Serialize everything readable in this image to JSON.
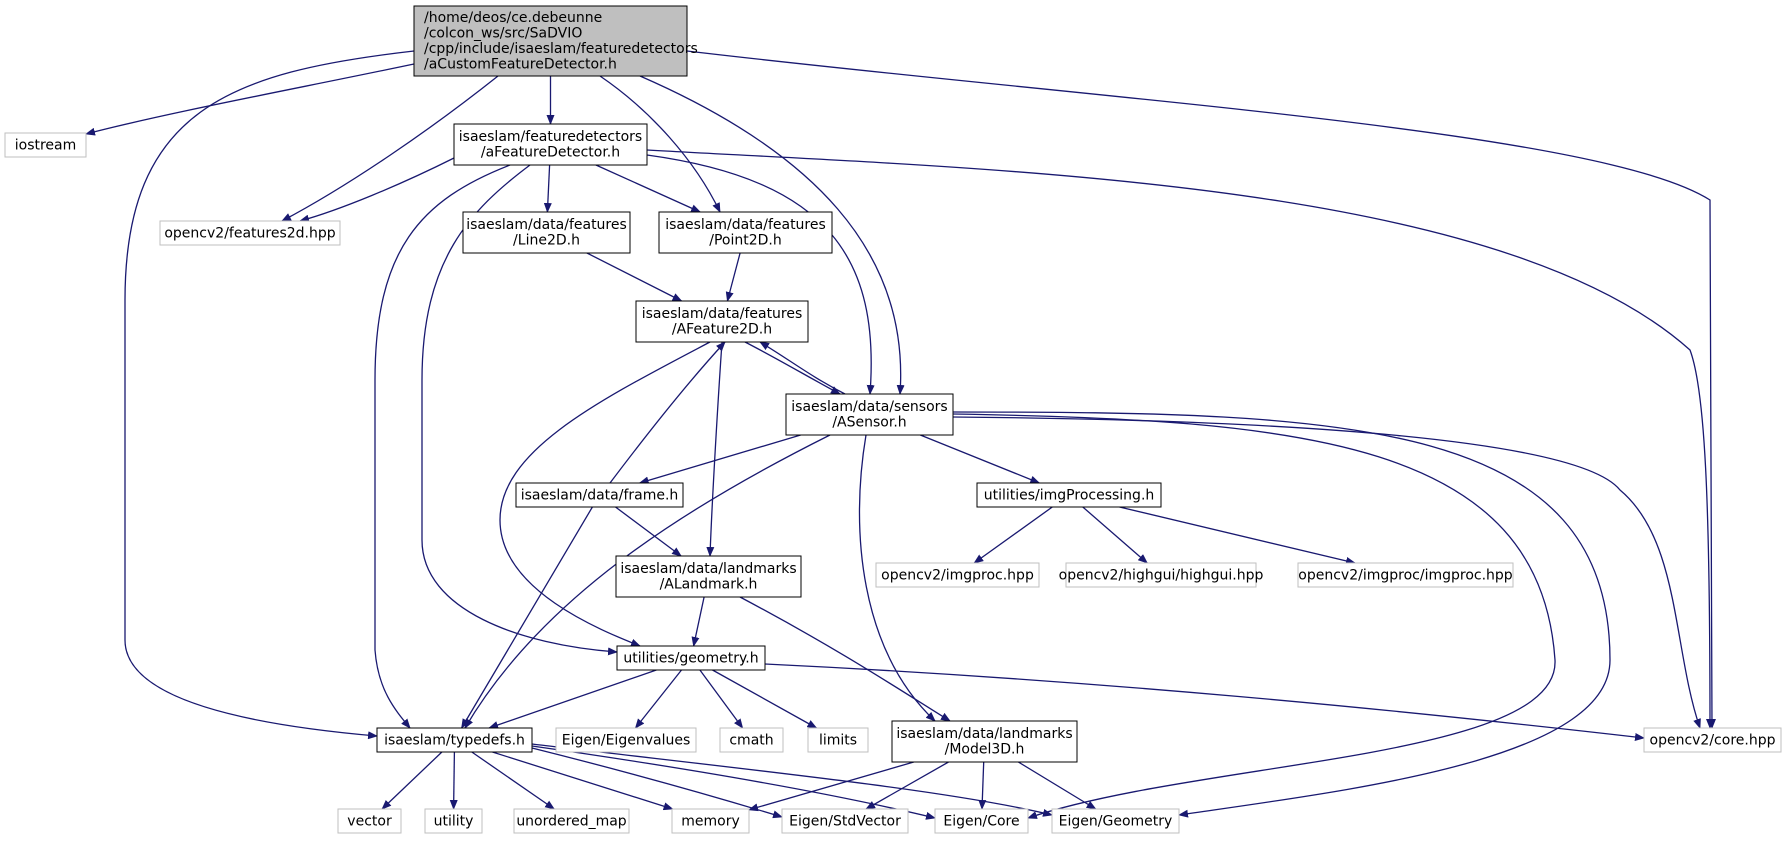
{
  "colors": {
    "edge": "#191970",
    "root_fill": "#bfbfbf",
    "project_border": "#000000",
    "external_border": "#bfbfbf",
    "background": "#ffffff"
  },
  "nodes": [
    {
      "id": "root",
      "kind": "root",
      "label": [
        "/home/deos/ce.debeunne",
        "/colcon_ws/src/SaDVIO",
        "/cpp/include/isaeslam/featuredetectors",
        "/aCustomFeatureDetector.h"
      ]
    },
    {
      "id": "iostream",
      "kind": "external",
      "label": [
        "iostream"
      ]
    },
    {
      "id": "afd",
      "kind": "project",
      "label": [
        "isaeslam/featuredetectors",
        "/aFeatureDetector.h"
      ]
    },
    {
      "id": "f2d",
      "kind": "external",
      "label": [
        "opencv2/features2d.hpp"
      ]
    },
    {
      "id": "line2d",
      "kind": "project",
      "label": [
        "isaeslam/data/features",
        "/Line2D.h"
      ]
    },
    {
      "id": "point2d",
      "kind": "project",
      "label": [
        "isaeslam/data/features",
        "/Point2D.h"
      ]
    },
    {
      "id": "afeat",
      "kind": "project",
      "label": [
        "isaeslam/data/features",
        "/AFeature2D.h"
      ]
    },
    {
      "id": "asensor",
      "kind": "project",
      "label": [
        "isaeslam/data/sensors",
        "/ASensor.h"
      ]
    },
    {
      "id": "frame",
      "kind": "project",
      "label": [
        "isaeslam/data/frame.h"
      ]
    },
    {
      "id": "imgproc_util",
      "kind": "project",
      "label": [
        "utilities/imgProcessing.h"
      ]
    },
    {
      "id": "imgproc",
      "kind": "external",
      "label": [
        "opencv2/imgproc.hpp"
      ]
    },
    {
      "id": "highgui",
      "kind": "external",
      "label": [
        "opencv2/highgui/highgui.hpp"
      ]
    },
    {
      "id": "imgproc2",
      "kind": "external",
      "label": [
        "opencv2/imgproc/imgproc.hpp"
      ]
    },
    {
      "id": "alandmark",
      "kind": "project",
      "label": [
        "isaeslam/data/landmarks",
        "/ALandmark.h"
      ]
    },
    {
      "id": "geometry",
      "kind": "project",
      "label": [
        "utilities/geometry.h"
      ]
    },
    {
      "id": "typedefs",
      "kind": "project",
      "label": [
        "isaeslam/typedefs.h"
      ]
    },
    {
      "id": "eigvals",
      "kind": "external",
      "label": [
        "Eigen/Eigenvalues"
      ]
    },
    {
      "id": "cmath",
      "kind": "external",
      "label": [
        "cmath"
      ]
    },
    {
      "id": "limits",
      "kind": "external",
      "label": [
        "limits"
      ]
    },
    {
      "id": "model3d",
      "kind": "project",
      "label": [
        "isaeslam/data/landmarks",
        "/Model3D.h"
      ]
    },
    {
      "id": "cvcore",
      "kind": "external",
      "label": [
        "opencv2/core.hpp"
      ]
    },
    {
      "id": "vector",
      "kind": "external",
      "label": [
        "vector"
      ]
    },
    {
      "id": "utility",
      "kind": "external",
      "label": [
        "utility"
      ]
    },
    {
      "id": "umap",
      "kind": "external",
      "label": [
        "unordered_map"
      ]
    },
    {
      "id": "memory",
      "kind": "external",
      "label": [
        "memory"
      ]
    },
    {
      "id": "stdvec",
      "kind": "external",
      "label": [
        "Eigen/StdVector"
      ]
    },
    {
      "id": "ecore",
      "kind": "external",
      "label": [
        "Eigen/Core"
      ]
    },
    {
      "id": "egeom",
      "kind": "external",
      "label": [
        "Eigen/Geometry"
      ]
    }
  ],
  "edges": [
    [
      "root",
      "iostream"
    ],
    [
      "root",
      "afd"
    ],
    [
      "root",
      "f2d"
    ],
    [
      "root",
      "point2d"
    ],
    [
      "root",
      "asensor"
    ],
    [
      "root",
      "typedefs"
    ],
    [
      "root",
      "cvcore"
    ],
    [
      "afd",
      "f2d"
    ],
    [
      "afd",
      "line2d"
    ],
    [
      "afd",
      "point2d"
    ],
    [
      "afd",
      "asensor"
    ],
    [
      "afd",
      "typedefs"
    ],
    [
      "afd",
      "geometry"
    ],
    [
      "afd",
      "cvcore"
    ],
    [
      "line2d",
      "afeat"
    ],
    [
      "point2d",
      "afeat"
    ],
    [
      "afeat",
      "asensor"
    ],
    [
      "asensor",
      "afeat"
    ],
    [
      "afeat",
      "alandmark"
    ],
    [
      "afeat",
      "geometry"
    ],
    [
      "asensor",
      "frame"
    ],
    [
      "asensor",
      "imgproc_util"
    ],
    [
      "asensor",
      "typedefs"
    ],
    [
      "asensor",
      "model3d"
    ],
    [
      "asensor",
      "cvcore"
    ],
    [
      "asensor",
      "ecore"
    ],
    [
      "asensor",
      "egeom"
    ],
    [
      "frame",
      "afeat"
    ],
    [
      "frame",
      "alandmark"
    ],
    [
      "frame",
      "typedefs"
    ],
    [
      "imgproc_util",
      "imgproc"
    ],
    [
      "imgproc_util",
      "highgui"
    ],
    [
      "imgproc_util",
      "imgproc2"
    ],
    [
      "alandmark",
      "geometry"
    ],
    [
      "alandmark",
      "model3d"
    ],
    [
      "geometry",
      "typedefs"
    ],
    [
      "geometry",
      "eigvals"
    ],
    [
      "geometry",
      "cmath"
    ],
    [
      "geometry",
      "limits"
    ],
    [
      "geometry",
      "cvcore"
    ],
    [
      "model3d",
      "memory"
    ],
    [
      "model3d",
      "stdvec"
    ],
    [
      "model3d",
      "ecore"
    ],
    [
      "model3d",
      "egeom"
    ],
    [
      "typedefs",
      "vector"
    ],
    [
      "typedefs",
      "utility"
    ],
    [
      "typedefs",
      "umap"
    ],
    [
      "typedefs",
      "memory"
    ],
    [
      "typedefs",
      "stdvec"
    ],
    [
      "typedefs",
      "ecore"
    ],
    [
      "typedefs",
      "egeom"
    ]
  ]
}
